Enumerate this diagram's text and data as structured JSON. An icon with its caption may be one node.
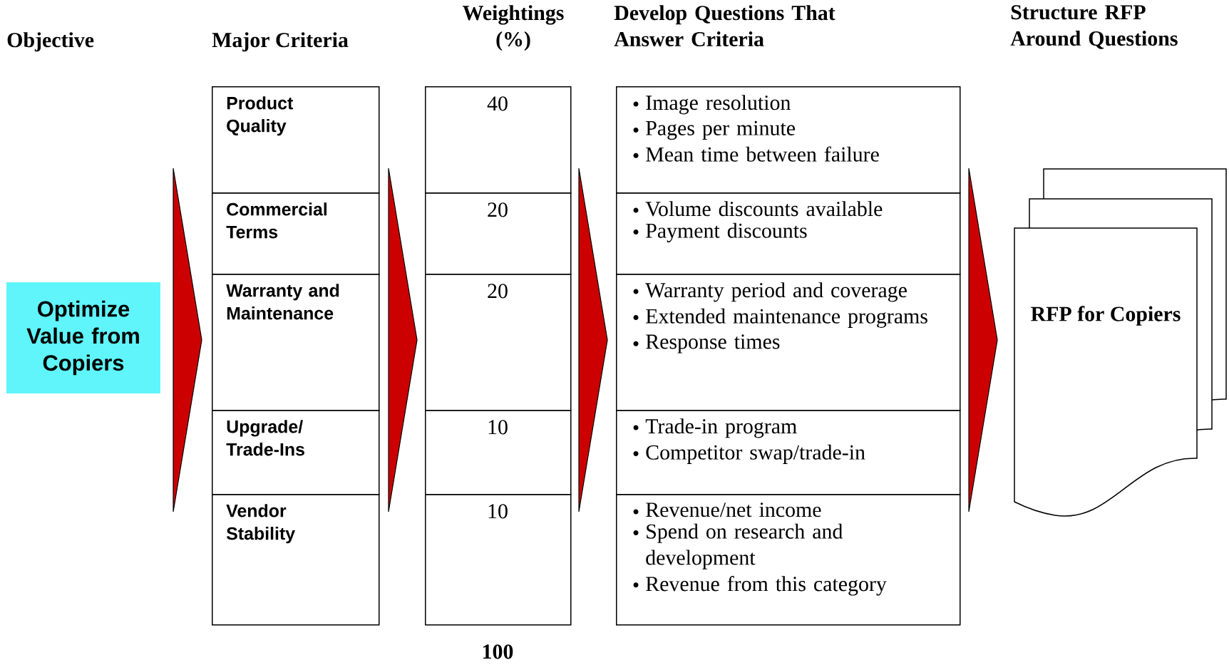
{
  "diagram": {
    "nodes": [
      {
        "text": [
          "Optimize Value from Copiers"
        ]
      },
      {
        "text": [
          "Product Quality"
        ]
      },
      {
        "text": [
          "Commercial Terms"
        ]
      },
      {
        "text": [
          "Warranty and Maintenance"
        ]
      },
      {
        "text": [
          "Upgrade/ Trade-Ins"
        ]
      },
      {
        "text": [
          "Vendor Stability"
        ]
      },
      {
        "text": [
          "40"
        ]
      },
      {
        "text": [
          "20"
        ]
      },
      {
        "text": [
          "20"
        ]
      },
      {
        "text": [
          "10"
        ]
      },
      {
        "text": [
          "10"
        ]
      },
      {
        "text": [
          "Image resolution",
          "Pages per minute",
          "Mean time between failure"
        ]
      },
      {
        "text": [
          "Volume discounts available",
          "Payment discounts"
        ]
      },
      {
        "text": [
          "Warranty period and coverage",
          "Extended maintenance programs",
          "Response times"
        ]
      },
      {
        "text": [
          "Trade-in program",
          "Competitor swap/trade-in"
        ]
      },
      {
        "text": [
          "Revenue/net income",
          "Spend on research and development",
          "Revenue from this category"
        ]
      },
      {
        "text": [
          "RFP for Copiers"
        ]
      }
    ],
    "labels": [
      "Objective",
      "Major Criteria",
      "Weightings (%)",
      "Develop Questions That Answer Criteria",
      "Structure RFP Around Questions",
      "100"
    ]
  }
}
